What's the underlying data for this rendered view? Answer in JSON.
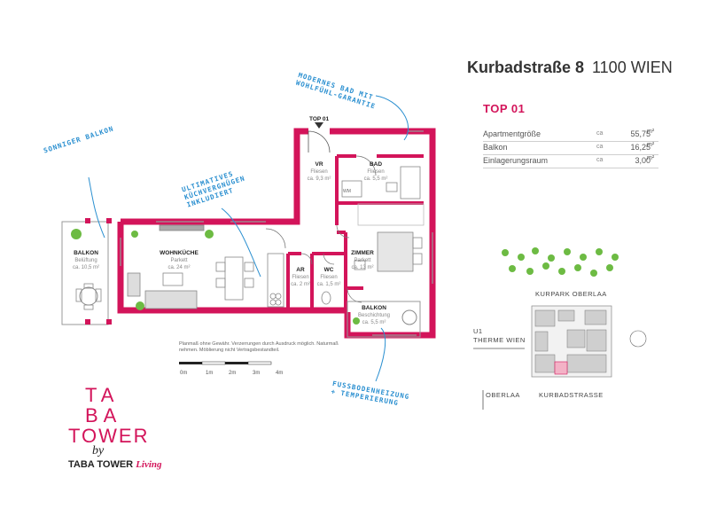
{
  "header": {
    "street": "Kurbadstraße 8",
    "city": "1100 WIEN"
  },
  "unit": {
    "id": "TOP 01",
    "areas": [
      {
        "label": "Apartmentgröße",
        "ca": "ca",
        "value": "55,75",
        "unit": "m²"
      },
      {
        "label": "Balkon",
        "ca": "ca",
        "value": "16,25",
        "unit": "m²"
      },
      {
        "label": "Einlagerungsraum",
        "ca": "ca",
        "value": "3,00",
        "unit": "m²"
      }
    ]
  },
  "plan": {
    "entry_label": "TOP 01",
    "rooms": {
      "balkon_left": {
        "name": "BALKON",
        "floor": "Belüftung",
        "area": "ca. 10,5 m²"
      },
      "wohnkueche": {
        "name": "WOHNKÜCHE",
        "floor": "Parkett",
        "area": "ca. 24 m²"
      },
      "vr": {
        "name": "VR",
        "floor": "Fliesen",
        "area": "ca. 9,3 m²"
      },
      "bad": {
        "name": "BAD",
        "floor": "Fliesen",
        "area": "ca. 5,5 m²"
      },
      "ar": {
        "name": "AR",
        "floor": "Fliesen",
        "area": "ca. 2 m²"
      },
      "wc": {
        "name": "WC",
        "floor": "Fliesen",
        "area": "ca. 1,5 m²"
      },
      "zimmer": {
        "name": "ZIMMER",
        "floor": "Parkett",
        "area": "ca. 13 m²"
      },
      "balkon_bottom": {
        "name": "BALKON",
        "floor": "Beschichtung",
        "area": "ca. 5,5 m²"
      },
      "wm": "WM"
    }
  },
  "annotations": {
    "sonniger": "SONNIGER BALKON",
    "kuechen_1": "ULTIMATIVES",
    "kuechen_2": "KÜCHVERGNÜGEN",
    "kuechen_3": "INKLUDIERT",
    "bad_1": "MODERNES BAD MIT",
    "bad_2": "WOHLFÜHL-GARANTIE",
    "fuss_1": "FUSSBODENHEIZUNG",
    "fuss_2": "+ TEMPERIERUNG"
  },
  "scale": {
    "note": "Planmaß ohne Gewähr. Verzerrungen durch Ausdruck möglich. Naturmaß nehmen. Möblierung nicht Vertragsbestandteil.",
    "ticks": [
      "0m",
      "1m",
      "2m",
      "3m",
      "4m"
    ]
  },
  "map": {
    "kurpark": "KURPARK OBERLAA",
    "u1_line1": "U1",
    "u1_line2": "THERME WIEN",
    "oberlaa": "OBERLAA",
    "kurbadstrasse": "KURBADSTRASSE"
  },
  "logo": {
    "line1": "TA",
    "line2": "BA",
    "line3": "TOWER",
    "by": "by",
    "brand": "TABA TOWER",
    "brand_suffix": "Living"
  },
  "colors": {
    "wall": "#d3145a",
    "accent_blue": "#2a8fd0",
    "plant": "#6dbb43"
  }
}
